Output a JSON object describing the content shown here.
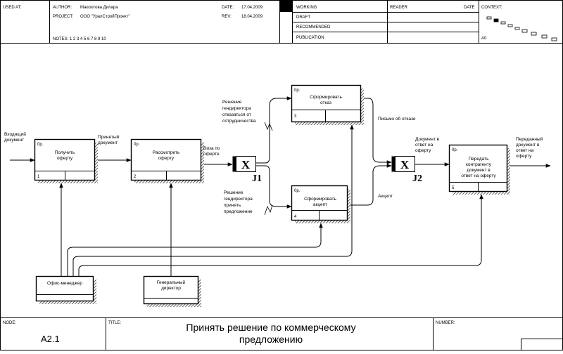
{
  "header": {
    "used_at_label": "USED AT:",
    "author_label": "AUTHOR:",
    "author": "Максютова Дилара",
    "project_label": "PROJECT:",
    "project": "ООО \"УралСтройПроект\"",
    "date_label": "DATE:",
    "date": "17.04.2009",
    "rev_label": "REV:",
    "rev": "18.04.2009",
    "notes": "NOTES:  1  2  3  4  5  6  7  8  9  10",
    "status": [
      "WORKING",
      "DRAFT",
      "RECOMMENDED",
      "PUBLICATION"
    ],
    "reader_label": "READER",
    "reader_date_label": "DATE",
    "context_label": "CONTEXT:",
    "context_node": "A0"
  },
  "footer": {
    "node_label": "NODE:",
    "node": "A2.1",
    "title_label": "TITLE:",
    "title_line1": "Принять решение  по коммерческому",
    "title_line2": "предложению",
    "number_label": "NUMBER:"
  },
  "diagram": {
    "boxes": [
      {
        "id": "b1",
        "cost": "0р.",
        "num": "1",
        "lines": [
          "Получить",
          "оферту"
        ]
      },
      {
        "id": "b2",
        "cost": "0р.",
        "num": "2",
        "lines": [
          "Рассмотреть",
          "оферту"
        ]
      },
      {
        "id": "b3",
        "cost": "0р.",
        "num": "3",
        "lines": [
          "Сформировать",
          "отказ"
        ]
      },
      {
        "id": "b4",
        "cost": "0р.",
        "num": "4",
        "lines": [
          "Сформировать",
          "акцепт"
        ]
      },
      {
        "id": "b5",
        "cost": "0р.",
        "num": "5",
        "lines": [
          "Передать",
          "контрагенту",
          "документ в",
          "ответ на оферту"
        ]
      }
    ],
    "mechanisms": [
      {
        "id": "m1",
        "lines": [
          "Офис-менеджер"
        ]
      },
      {
        "id": "m2",
        "lines": [
          "Генеральный",
          "директор"
        ]
      }
    ],
    "junctions": [
      {
        "id": "j1",
        "symbol": "X",
        "label": "J1"
      },
      {
        "id": "j2",
        "symbol": "X",
        "label": "J2"
      }
    ],
    "labels": {
      "input_doc": [
        "Входящий",
        "документ"
      ],
      "received_doc": [
        "Принятый",
        "документ"
      ],
      "visa": [
        "Виза по",
        "оферте"
      ],
      "decision_refuse": [
        "Решение",
        "гендиректора",
        "отказаться от",
        "сотрудничества"
      ],
      "decision_accept": [
        "Решение",
        "гендиректора",
        "принять",
        "предложение"
      ],
      "refusal_letter": [
        "Письмо об отказе"
      ],
      "acceptance": [
        "Акцепт"
      ],
      "response_doc": [
        "Документ в",
        "ответ на",
        "оферту"
      ],
      "transferred_doc": [
        "Переданный",
        "документ в",
        "ответ на",
        "оферту"
      ]
    }
  }
}
